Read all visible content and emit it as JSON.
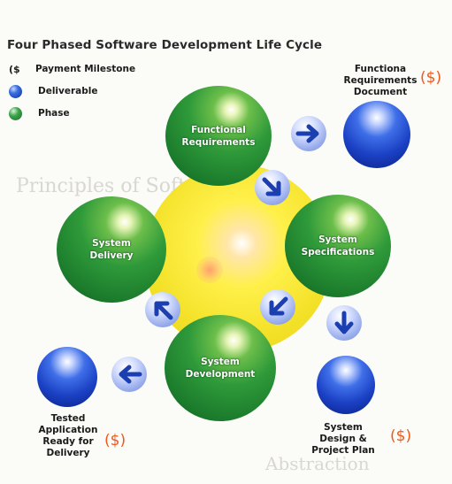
{
  "title": "Four Phased Software Development Life Cycle",
  "legend": [
    {
      "symbol": "($",
      "label": "Payment Milestone"
    },
    {
      "label": "Deliverable",
      "color": "#2a5bd8"
    },
    {
      "label": "Phase",
      "color": "#2e9a3e"
    }
  ],
  "phases": {
    "functional": "Functional\nRequirements",
    "specifications": "System\nSpecifications",
    "development": "System\nDevelopment",
    "delivery": "System\nDelivery"
  },
  "deliverables": {
    "requirements_doc": "Functiona\nRequirements\nDocument",
    "design_plan": "System\nDesign &\nProject Plan",
    "tested_app": "Tested\nApplication\nReady for\nDelivery"
  },
  "payment_marker": "($)",
  "background_text": {
    "line1": "Principles of Software",
    "line2": "Abstraction"
  },
  "colors": {
    "phase_green": "#2e9a3e",
    "deliverable_blue": "#1b41c4",
    "core_yellow": "#f4e22a",
    "payment_orange": "#ea5a1e"
  }
}
